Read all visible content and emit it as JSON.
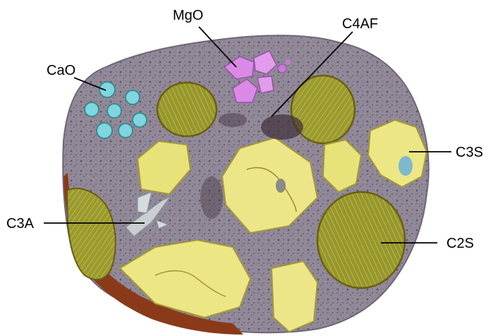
{
  "labels": {
    "mgo": "MgO",
    "c4af": "C4AF",
    "cao": "CaO",
    "c3s": "C3S",
    "c3a": "C3A",
    "c2s": "C2S"
  },
  "colors": {
    "background": "#ffffff",
    "matrix": "#8f8794",
    "rim": "#8a3a18",
    "alite": "#e8e27a",
    "belite": "#9a9a2c",
    "periclase": "#d98ae6",
    "free_lime": "#7fd6e0",
    "aluminate": "#c9ced2"
  }
}
